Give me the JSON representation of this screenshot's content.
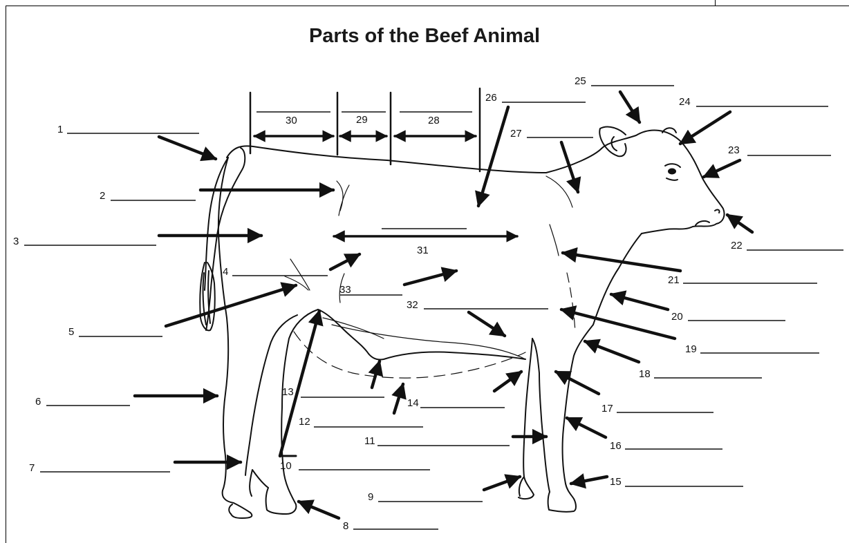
{
  "title": "Parts of the Beef Animal",
  "labels": [
    "1",
    "2",
    "3",
    "4",
    "5",
    "6",
    "7",
    "8",
    "9",
    "10",
    "11",
    "12",
    "13",
    "14",
    "15",
    "16",
    "17",
    "18",
    "19",
    "20",
    "21",
    "22",
    "23",
    "24",
    "25",
    "26",
    "27",
    "28",
    "29",
    "30",
    "31",
    "32",
    "33"
  ]
}
